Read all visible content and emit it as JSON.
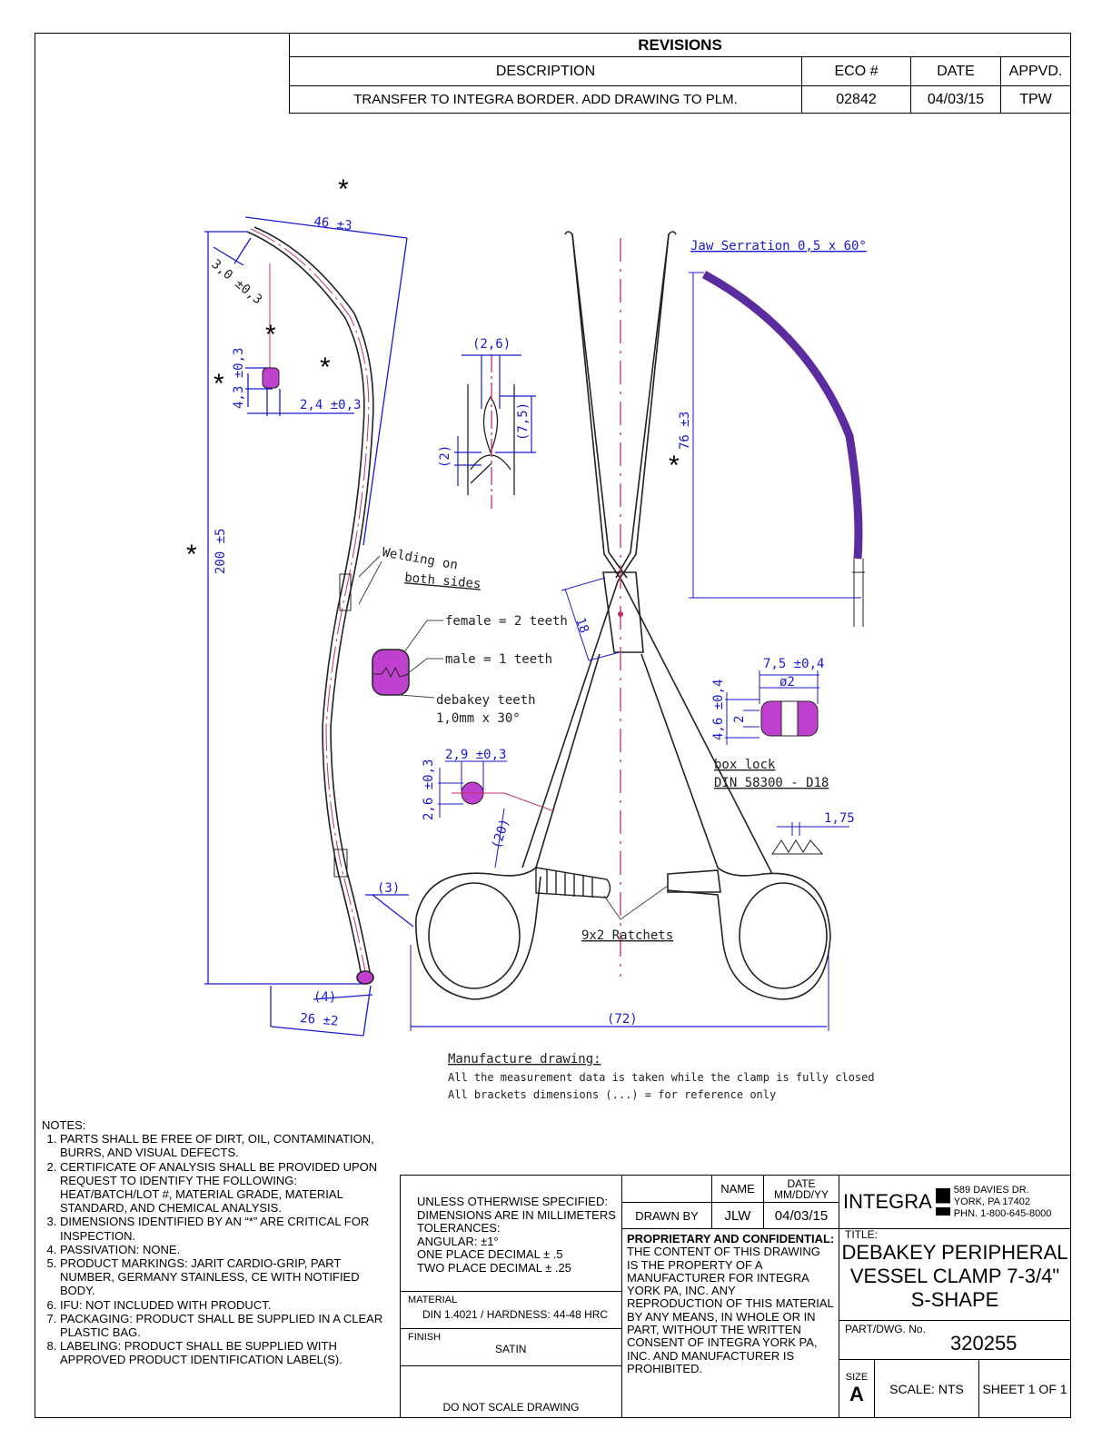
{
  "revisions": {
    "title": "REVISIONS",
    "headers": {
      "description": "DESCRIPTION",
      "eco": "ECO #",
      "date": "DATE",
      "appvd": "APPVD."
    },
    "rows": [
      {
        "description": "TRANSFER TO INTEGRA BORDER. ADD DRAWING TO PLM.",
        "eco": "02842",
        "date": "04/03/15",
        "appvd": "TPW"
      }
    ]
  },
  "drawing": {
    "critical_marker": "*",
    "dims": {
      "d46": "46 ±3",
      "d30": "3,0 ±0,3",
      "d43": "4,3 ±0,3",
      "d24": "2,4 ±0,3",
      "d200": "200 ±5",
      "d26p": "(2,6)",
      "d75p": "(7,5)",
      "d2p": "(2)",
      "d18": "18",
      "d76": "76 ±3",
      "d29": "2,9 ±0,3",
      "d26": "2,6 ±0,3",
      "d20p": "(20)",
      "d3p": "(3)",
      "d4p": "(4)",
      "d26b": "26 ±2",
      "d72p": "(72)",
      "d75": "7,5 ±0,4",
      "dphi2": "ø2",
      "d46b": "4,6 ±0,4",
      "d2": "2",
      "d175": "1,75"
    },
    "labels": {
      "jaw_serration": "Jaw Serration 0,5 x 60°",
      "welding1": "Welding on",
      "welding2": "both sides",
      "female": "female = 2 teeth",
      "male": "male = 1 teeth",
      "debakey1": "debakey teeth",
      "debakey2": "1,0mm x 30°",
      "ratchets": "9x2 Ratchets",
      "boxlock1": "box lock",
      "boxlock2": "DIN 58300 - D18",
      "manufacture_title": "Manufacture drawing:",
      "manufacture_line1": "All the measurement data is taken while the clamp is fully closed",
      "manufacture_line2": "All brackets dimensions (...) = for reference only"
    }
  },
  "notes": {
    "title": "NOTES:",
    "items": [
      "PARTS SHALL BE FREE OF DIRT, OIL, CONTAMINATION, BURRS, AND VISUAL DEFECTS.",
      "CERTIFICATE OF ANALYSIS SHALL BE PROVIDED UPON REQUEST TO IDENTIFY THE FOLLOWING: HEAT/BATCH/LOT #, MATERIAL GRADE, MATERIAL STANDARD, AND CHEMICAL ANALYSIS.",
      "DIMENSIONS IDENTIFIED BY AN “*” ARE CRITICAL FOR INSPECTION.",
      "PASSIVATION: NONE.",
      "PRODUCT MARKINGS: JARIT CARDIO-GRIP, PART NUMBER, GERMANY STAINLESS, CE WITH NOTIFIED BODY.",
      "IFU: NOT INCLUDED WITH PRODUCT.",
      "PACKAGING: PRODUCT SHALL BE SUPPLIED IN A CLEAR PLASTIC BAG.",
      "LABELING: PRODUCT SHALL BE SUPPLIED WITH APPROVED PRODUCT IDENTIFICATION LABEL(S)."
    ]
  },
  "title_block": {
    "tolerances": [
      "UNLESS OTHERWISE SPECIFIED:",
      "DIMENSIONS ARE IN MILLIMETERS",
      "TOLERANCES:",
      "ANGULAR: ±1°",
      "ONE PLACE DECIMAL ± .5",
      "TWO PLACE DECIMAL ± .25"
    ],
    "material_label": "MATERIAL",
    "material": "DIN 1.4021 / HARDNESS: 44-48 HRC",
    "finish_label": "FINISH",
    "finish": "SATIN",
    "do_not_scale": "DO NOT SCALE DRAWING",
    "name_header": "NAME",
    "date_header": "DATE MM/DD/YY",
    "drawn_by_label": "DRAWN BY",
    "drawn_by": "JLW",
    "drawn_date": "04/03/15",
    "proprietary_title": "PROPRIETARY AND CONFIDENTIAL:",
    "proprietary_text": "THE CONTENT OF THIS DRAWING IS THE PROPERTY OF A MANUFACTURER FOR INTEGRA YORK PA, INC. ANY REPRODUCTION OF THIS MATERIAL BY ANY MEANS, IN WHOLE OR IN PART, WITHOUT THE WRITTEN CONSENT OF INTEGRA YORK PA, INC. AND MANUFACTURER IS PROHIBITED.",
    "logo": "INTEGRA",
    "address": [
      "589 DAVIES DR.",
      "YORK, PA 17402",
      "PHN. 1-800-645-8000"
    ],
    "title_label": "TITLE:",
    "title": [
      "DEBAKEY PERIPHERAL",
      "VESSEL CLAMP 7-3/4\"",
      "S-SHAPE"
    ],
    "part_label": "PART/DWG. No.",
    "part_no": "320255",
    "size_label": "SIZE",
    "size": "A",
    "scale": "SCALE: NTS",
    "sheet": "SHEET 1 OF 1"
  },
  "colors": {
    "dimension": "#1a1ad0",
    "centerline": "#c0306a",
    "section": "#c040d0"
  }
}
